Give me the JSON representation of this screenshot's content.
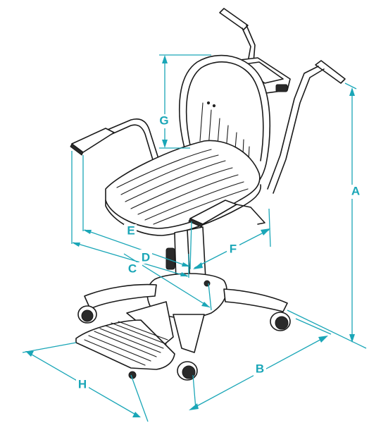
{
  "figure": {
    "dimension_labels": {
      "a": "A",
      "b": "B",
      "c": "C",
      "d": "D",
      "e": "E",
      "f": "F",
      "g": "G",
      "h": "H"
    },
    "colors": {
      "dimension": "#1aa6b7",
      "ink": "#1a1a1a",
      "background": "#ffffff"
    }
  }
}
